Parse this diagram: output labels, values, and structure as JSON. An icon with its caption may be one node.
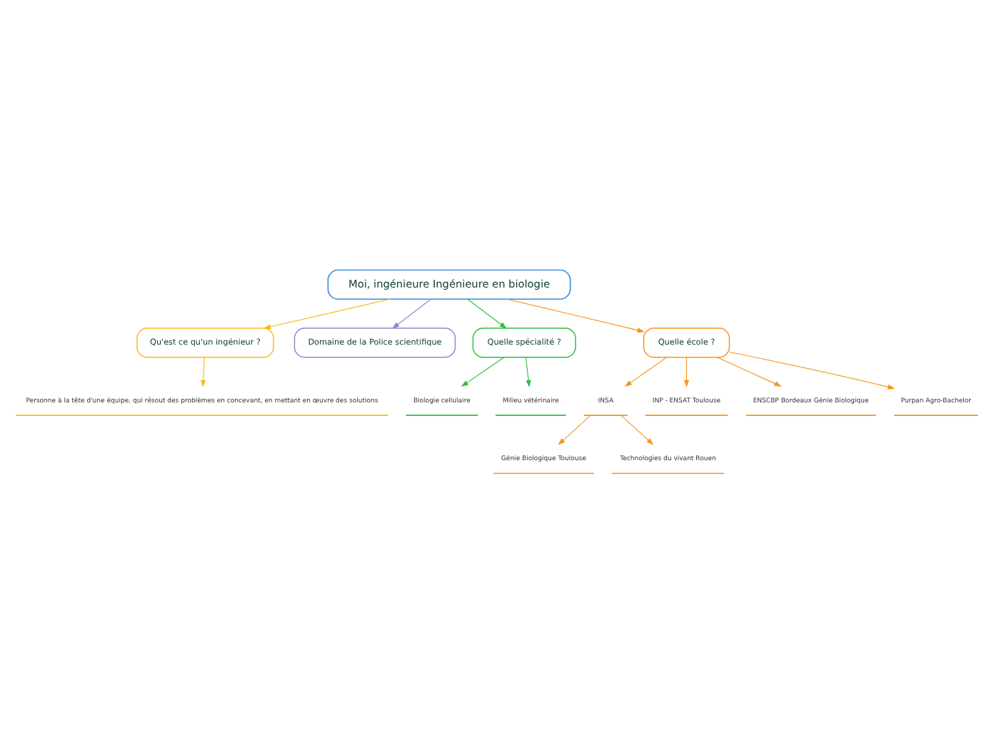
{
  "diagram": {
    "nodes": [
      {
        "text": [
          "Moi, ingénieure Ingénieure en biologie"
        ]
      },
      {
        "text": [
          "Qu'est ce qu'un ingénieur ?"
        ]
      },
      {
        "text": [
          "Personne à la tête d'une équipe, qui résout des problèmes en concevant, en mettant en œuvre des solutions"
        ]
      },
      {
        "text": [
          "Domaine de la Police scientifique"
        ]
      },
      {
        "text": [
          "Quelle spécialité ?"
        ]
      },
      {
        "text": [
          "Biologie cellulaire"
        ]
      },
      {
        "text": [
          "Milieu vétérinaire"
        ]
      },
      {
        "text": [
          "Quelle école ?"
        ]
      },
      {
        "text": [
          "INSA"
        ]
      },
      {
        "text": [
          "Génie Biologique Toulouse"
        ]
      },
      {
        "text": [
          "Technologies du vivant Rouen"
        ]
      },
      {
        "text": [
          "INP - ENSAT Toulouse"
        ]
      },
      {
        "text": [
          "ENSCBP Bordeaux Génie Biologique"
        ]
      },
      {
        "text": [
          "Purpan Agro-Bachelor"
        ]
      }
    ],
    "edges": [
      {
        "from": 0,
        "to": 1,
        "arrow": "to",
        "color": "#fbb917"
      },
      {
        "from": 1,
        "to": 2,
        "arrow": "to",
        "color": "#fbb917"
      },
      {
        "from": 0,
        "to": 3,
        "arrow": "to",
        "color": "#8c86d0"
      },
      {
        "from": 0,
        "to": 4,
        "arrow": "to",
        "color": "#2ebd3f"
      },
      {
        "from": 4,
        "to": 5,
        "arrow": "to",
        "color": "#2ebd3f"
      },
      {
        "from": 4,
        "to": 6,
        "arrow": "to",
        "color": "#2ebd3f"
      },
      {
        "from": 0,
        "to": 7,
        "arrow": "to"
      },
      {
        "from": 7,
        "to": 8,
        "arrow": "to"
      },
      {
        "from": 8,
        "to": 9,
        "arrow": "to"
      },
      {
        "from": 8,
        "to": 10,
        "arrow": "to"
      },
      {
        "from": 7,
        "to": 11,
        "arrow": "to"
      },
      {
        "from": 7,
        "to": 12,
        "arrow": "to"
      },
      {
        "from": 7,
        "to": 13,
        "arrow": "to"
      }
    ]
  }
}
